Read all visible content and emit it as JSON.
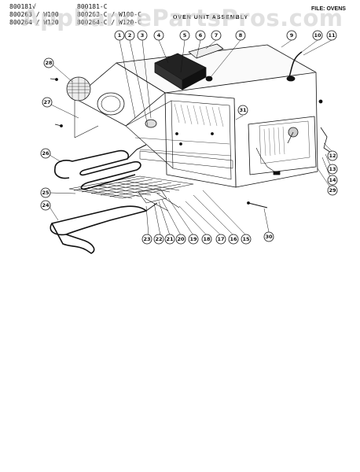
{
  "header": {
    "model_col1": [
      "800181",
      "800263",
      "800264"
    ],
    "model_col1_suffix": [
      "√",
      "/ W100",
      "/ W120"
    ],
    "model_col2": [
      "800181-C",
      "800263-C / W100-C",
      "800264-C / W120-C"
    ],
    "file_label": "FILE: OVENS"
  },
  "watermark": {
    "text": "AppliancePartsPros.com"
  },
  "diagram": {
    "title": "OVEN UNIT ASSEMBLY",
    "callouts": [
      "1",
      "2",
      "3",
      "4",
      "5",
      "6",
      "7",
      "8",
      "9",
      "10",
      "11",
      "12",
      "13",
      "14",
      "15",
      "16",
      "17",
      "18",
      "19",
      "20",
      "21",
      "22",
      "23",
      "24",
      "25",
      "26",
      "27",
      "28",
      "29",
      "30",
      "31"
    ]
  }
}
